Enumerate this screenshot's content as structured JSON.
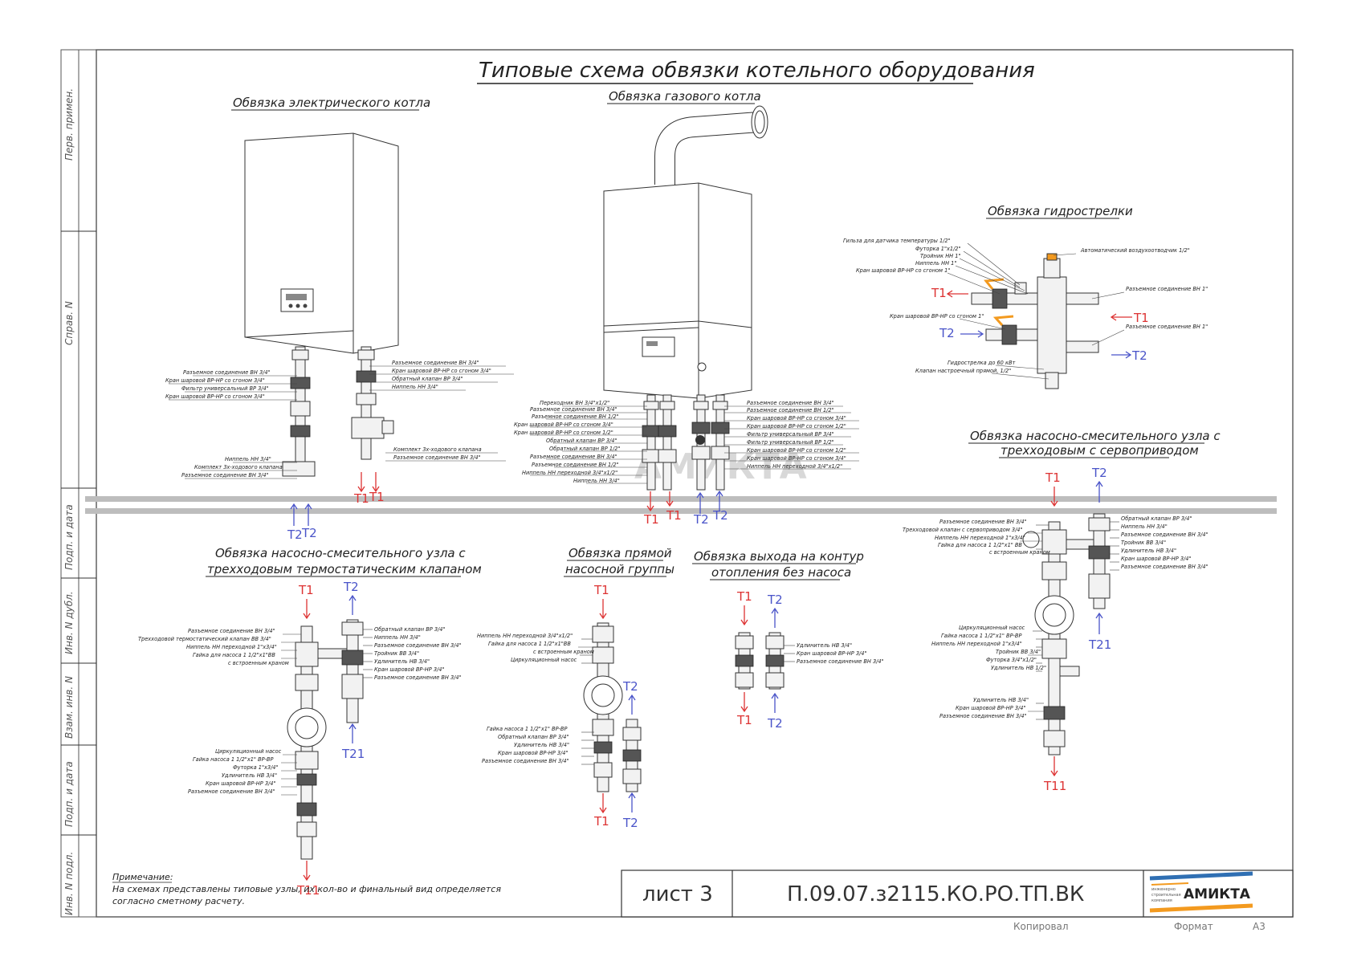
{
  "title": "Типовые схема обвязки котельного оборудования",
  "watermark": "АМИКТА",
  "side_labels": [
    "Перв. примен.",
    "Справ. N",
    "Подп. и дата",
    "Инв. N дубл.",
    "Взам. инв. N",
    "Подп. и дата",
    "Инв. N подл."
  ],
  "sections": {
    "electric": {
      "title": "Обвязка электрического котла",
      "left_labels": [
        "Разъемное соединение ВН 3/4\"",
        "Кран шаровой ВР-НР со сгоном 3/4\"",
        "Фильтр универсальный ВР 3/4\"",
        "Кран шаровой ВР-НР со сгоном 3/4\"",
        "Ниппель НН 3/4\"",
        "Комплект 3х-ходового клапана",
        "Разъемное соединение ВН 3/4\""
      ],
      "right_labels": [
        "Разъемное соединение ВН 3/4\"",
        "Кран шаровой ВР-НР со сгоном 3/4\"",
        "Обратный клапан ВР 3/4\"",
        "Ниппель НН 3/4\"",
        "Комплект 3х-ходового клапана",
        "Разъемное соединение ВН 3/4\""
      ],
      "ports": [
        "T2",
        "T2",
        "T1",
        "T1"
      ]
    },
    "gas": {
      "title": "Обвязка газового котла",
      "left_labels": [
        "Переходник ВН 3/4\"х1/2\"",
        "Разъемное соединение ВН 3/4\"",
        "Разъемное соединение ВН 1/2\"",
        "Кран шаровой ВР-НР со сгоном 3/4\"",
        "Кран шаровой ВР-НР со сгоном 1/2\"",
        "Обратный клапан ВР 3/4\"",
        "Обратный клапан ВР 1/2\"",
        "Разъемное соединение ВН 3/4\"",
        "Разъемное соединение ВН 1/2\"",
        "Ниппель НН переходной 3/4\"х1/2\"",
        "Ниппель НН 3/4\""
      ],
      "right_labels": [
        "Разъемное соединение ВН 3/4\"",
        "Разъемное соединение ВН 1/2\"",
        "Кран шаровой ВР-НР со сгоном 3/4\"",
        "Кран шаровой ВР-НР со сгоном 1/2\"",
        "Фильтр универсальный ВР 3/4\"",
        "Фильтр универсальный ВР 1/2\"",
        "Кран шаровой ВР-НР со сгоном 1/2\"",
        "Кран шаровой ВР-НР со сгоном 3/4\"",
        "Ниппель НН переходной 3/4\"х1/2\""
      ],
      "ports": [
        "T1",
        "T1",
        "T2",
        "T2"
      ]
    },
    "hydro": {
      "title": "Обвязка гидрострелки",
      "left_labels": [
        "Гильза для датчика температуры 1/2\"",
        "Футорка 1\"х1/2\"",
        "Тройник НН 1\"",
        "Ниппель НН 1\"",
        "Кран шаровой ВР-НР со сгоном 1\"",
        "Кран шаровой ВР-НР со сгоном 1\"",
        "Гидрострелка до 60 кВт",
        "Клапан настроечный прямой, 1/2\""
      ],
      "right_labels": [
        "Автоматический воздухоотводчик 1/2\"",
        "Разъемное соединение ВН 1\"",
        "Разъемное соединение ВН 1\""
      ],
      "ports": [
        "T1",
        "T2",
        "T1",
        "T2"
      ]
    },
    "servo": {
      "title_line1": "Обвязка насосно-смесительного узла с",
      "title_line2": "трехходовым с сервоприводом",
      "left_labels": [
        "Разъемное соединение ВН 3/4\"",
        "Трехходовой клапан с сервоприводом 3/4\"",
        "Ниппель НН переходной 1\"х3/4\"",
        "Гайка для насоса 1 1/2\"х1\" ВВ",
        "с встроенным краном",
        "Циркуляционный насос",
        "Гайка насоса 1 1/2\"х1\" ВР-ВР",
        "Ниппель НН переходной 1\"х3/4\"",
        "Тройник ВВ 3/4\"",
        "Футорка 3/4\"х1/2\"",
        "Удлинитель НВ 1/2\"",
        "Удлинитель НВ 3/4\"",
        "Кран шаровой ВР-НР 3/4\"",
        "Разъемное соединение ВН 3/4\""
      ],
      "right_labels": [
        "Обратный клапан ВР 3/4\"",
        "Ниппель НН 3/4\"",
        "Разъемное соединение ВН 3/4\"",
        "Тройник ВВ 3/4\"",
        "Удлинитель НВ 3/4\"",
        "Кран шаровой ВР-НР 3/4\"",
        "Разъемное соединение ВН 3/4\""
      ],
      "ports": [
        "T1",
        "T2",
        "T21",
        "T11"
      ]
    },
    "thermo": {
      "title_line1": "Обвязка насосно-смесительного узла с",
      "title_line2": "трехходовым термостатическим клапаном",
      "left_labels": [
        "Разъемное соединение ВН 3/4\"",
        "Трехходовой термостатический клапан ВВ 3/4\"",
        "Ниппель НН переходной 1\"х3/4\"",
        "Гайка для насоса 1 1/2\"х1\"ВВ",
        "с встроенным краном",
        "Циркуляционный насос",
        "Гайка насоса 1 1/2\"х1\" ВР-ВР",
        "Футорка 1\"х3/4\"",
        "Удлинитель НВ 3/4\"",
        "Кран шаровой ВР-НР 3/4\"",
        "Разъемное соединение ВН 3/4\""
      ],
      "right_labels": [
        "Обратный клапан ВР 3/4\"",
        "Ниппель НН 3/4\"",
        "Разъемное соединение ВН 3/4\"",
        "Тройник ВВ 3/4\"",
        "Удлинитель НВ 3/4\"",
        "Кран шаровой ВР-НР 3/4\"",
        "Разъемное соединение ВН 3/4\""
      ],
      "ports": [
        "T1",
        "T2",
        "T21",
        "T11"
      ]
    },
    "direct": {
      "title_line1": "Обвязка прямой",
      "title_line2": "насосной группы",
      "top_labels": [
        "Ниппель НН переходной 3/4\"х1/2\"",
        "Гайка для насоса 1 1/2\"х1\"ВВ",
        "с встроенным краном",
        "Циркуляционный насос"
      ],
      "bottom_labels": [
        "Гайка насоса 1 1/2\"х1\" ВР-ВР",
        "Обратный клапан ВР 3/4\"",
        "Удлинитель НВ 3/4\"",
        "Кран шаровой ВР-НР 3/4\"",
        "Разъемное соединение ВН 3/4\""
      ],
      "ports": [
        "T1",
        "T2",
        "T1",
        "T2"
      ]
    },
    "nopump": {
      "title_line1": "Обвязка выхода на контур",
      "title_line2": "отопления без насоса",
      "labels": [
        "Удлинитель НВ 3/4\"",
        "Кран шаровой ВР-НР 3/4\"",
        "Разъемное соединение ВН 3/4\""
      ],
      "ports": [
        "T1",
        "T2",
        "T1",
        "T2"
      ]
    }
  },
  "note": {
    "heading": "Примечание:",
    "line1": "На схемах представлены типовые узлы, их кол-во и финальный вид определяется",
    "line2": "согласно сметному расчету."
  },
  "stamp": {
    "sheet": "лист 3",
    "code": "П.09.07.з2115.КО.РО.ТП.ВК",
    "logo_small_1": "инженерно",
    "logo_small_2": "строительная",
    "logo_small_3": "компания",
    "logo_text": "АМИКТА"
  },
  "footer": {
    "copied": "Копировал",
    "format_label": "Формат",
    "format_value": "А3"
  },
  "colors": {
    "supply": "#dd3333",
    "return": "#4a54c9",
    "logo_orange": "#f39a1f",
    "logo_blue": "#2f6fb3"
  }
}
